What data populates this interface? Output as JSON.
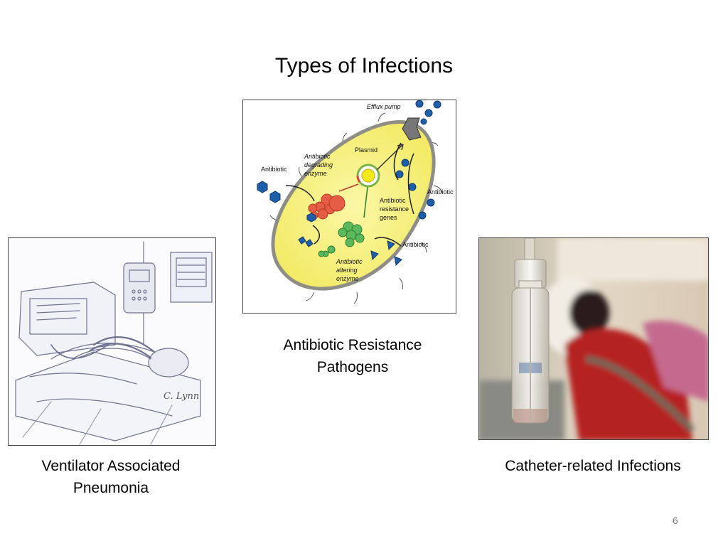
{
  "slide": {
    "title": "Types of Infections",
    "page_number": "6"
  },
  "panels": {
    "ventilator": {
      "caption_line1": "Ventilator Associated",
      "caption_line2": "Pneumonia",
      "signature": "C. Lynn"
    },
    "resistance": {
      "caption_line1": "Antibiotic Resistance",
      "caption_line2": "Pathogens",
      "labels": {
        "efflux_pump": "Efflux pump",
        "plasmid": "Plasmid",
        "degrading_1": "Antibiotic",
        "degrading_2": "degrading",
        "degrading_3": "enzyme",
        "antibiotic_left": "Antibiotic",
        "antibiotic_right_top": "Antibiotic",
        "antibiotic_right_bottom": "Antibiotic",
        "genes_1": "Antibiotic",
        "genes_2": "resistance",
        "genes_3": "genes",
        "altering_1": "Antibiotic",
        "altering_2": "altering",
        "altering_3": "enzyme"
      }
    },
    "catheter": {
      "caption_line1": "Catheter-related",
      "caption_line2": "Infections"
    }
  }
}
